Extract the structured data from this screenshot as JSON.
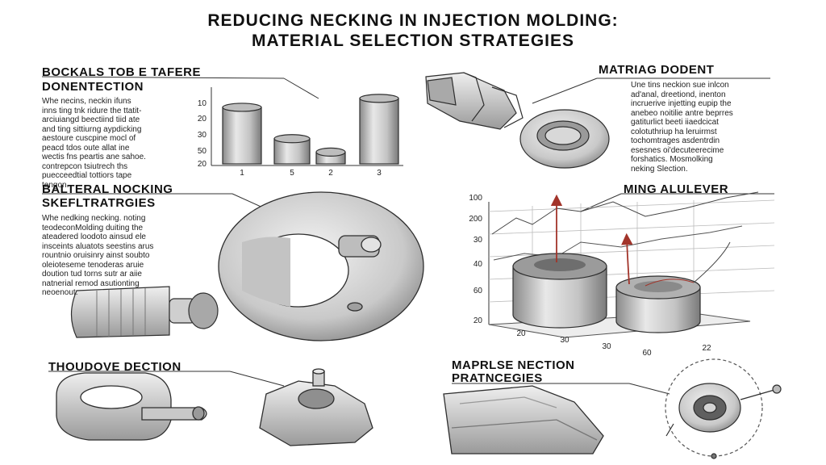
{
  "title": {
    "line1": "REDUCING NECKING IN INJECTION MOLDING:",
    "line2": "MATERIAL SELECTION STRATEGIES"
  },
  "panel_top_left": {
    "heading1": "BOCKALS TOB E TAFERE",
    "heading2": "DONENTECTION",
    "text": "Whe necins, neckin ifuns\ninns ting tnk ridure the ttatit-\narciuiangd beectiind tiid ate\nand ting sittiurng aypdicking\naestoure cuscpine mocl of\npeacd tdos oute allat ine\nwectis fns peartis ane sahoe.\ncontrepcon tsiutrech ths\npuecceedtial tottiors tape\ntengon."
  },
  "panel_top_right": {
    "heading": "MATRIAG DODENT",
    "text": "Une tins neckion sue inlcon\nad'anal, dreetiond, inenton\nincruerive injetting eupip the\nanebeo noitilie antre beprres\ngatiturlict beeti iiaedcicat\ncolotuthriup ha leruirmst\ntochomtrages asdentrdin\nesesnes oi'decuteerecime\nforshatics. Mosmolking\nneking Slection."
  },
  "panel_mid_left": {
    "heading1": "BALTERAL NOCKING",
    "heading2": "SKEFLTRATRGIES",
    "text": "Whe nedking necking. noting\nteodeconMolding duiting the\nateadered loodoto ainsud ele\ninsceints aluatots seestins arus\nrountnio oruisinry ainst soubto\noleioteseme tenoderas aruie\ndoution tud torns sutr ar aiie\nnatnerial remod asutionting\nneoenout."
  },
  "panel_mid_right": {
    "heading": "MING ALULEVER"
  },
  "panel_bottom_left": {
    "heading": "THOUDOVE DECTION"
  },
  "panel_bottom_right": {
    "heading1": "MAPRLSE NECTION",
    "heading2": "PRATNCEGIES"
  },
  "chart_data": [
    {
      "type": "bar",
      "categories": [
        "1",
        "5",
        "2",
        "3"
      ],
      "values": [
        52,
        24,
        12,
        60
      ],
      "y_tick_labels": [
        "10",
        "20",
        "30",
        "50",
        "20"
      ],
      "ylim": [
        0,
        70
      ]
    },
    {
      "type": "line",
      "y_tick_labels": [
        "100",
        "200",
        "30",
        "40",
        "60",
        "20"
      ],
      "x_tick_labels": [
        "20",
        "30",
        "30",
        "60",
        "22"
      ],
      "grid": true
    }
  ],
  "colors": {
    "metal_light": "#e6e6e6",
    "metal_mid": "#b9b9b9",
    "metal_dark": "#7d7d7d",
    "outline": "#2e2e2e",
    "arrow_red": "#a2342a"
  }
}
